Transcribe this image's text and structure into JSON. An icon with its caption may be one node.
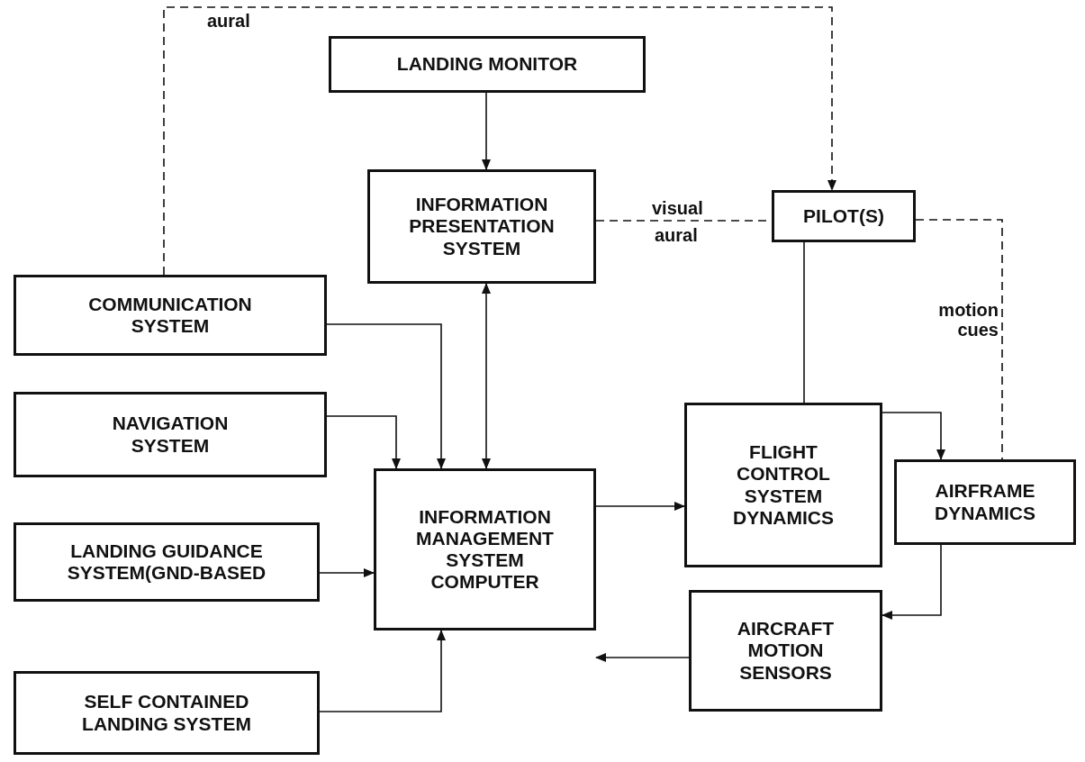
{
  "diagram": {
    "nodes": [
      {
        "text": [
          "LANDING MONITOR"
        ]
      },
      {
        "text": [
          "INFORMATION PRESENTATION SYSTEM"
        ]
      },
      {
        "text": [
          "PILOT(S)"
        ]
      },
      {
        "text": [
          "COMMUNICATION SYSTEM"
        ]
      },
      {
        "text": [
          "NAVIGATION SYSTEM"
        ]
      },
      {
        "text": [
          "LANDING GUIDANCE SYSTEM(GND-BASED"
        ]
      },
      {
        "text": [
          "INFORMATION MANAGEMENT SYSTEM COMPUTER"
        ]
      },
      {
        "text": [
          "FLIGHT CONTROL SYSTEM DYNAMICS"
        ]
      },
      {
        "text": [
          "AIRFRAME DYNAMICS"
        ]
      },
      {
        "text": [
          "SELF CONTAINED LANDING SYSTEM"
        ]
      },
      {
        "text": [
          "AIRCRAFT MOTION SENSORS"
        ]
      }
    ],
    "edges": [
      {
        "from": 3,
        "to": 2,
        "arrow": "to",
        "style": "dashed",
        "label": "aural"
      },
      {
        "from": 0,
        "to": 1,
        "arrow": "to"
      },
      {
        "from": 1,
        "to": 2,
        "arrow": "none",
        "style": "dashed",
        "label": "visual"
      },
      {
        "from": 2,
        "to": 8,
        "arrow": "none",
        "style": "dashed",
        "label": "motion cues"
      },
      {
        "from": 3,
        "to": 6,
        "arrow": "to"
      },
      {
        "from": 4,
        "to": 6,
        "arrow": "to"
      },
      {
        "from": 1,
        "to": 6,
        "arrow": "both"
      },
      {
        "from": 5,
        "to": 6,
        "arrow": "to"
      },
      {
        "from": 9,
        "to": 6,
        "arrow": "to"
      },
      {
        "from": 6,
        "to": 7,
        "arrow": "to"
      },
      {
        "from": 2,
        "to": 7,
        "arrow": "none"
      },
      {
        "from": 7,
        "to": 8,
        "arrow": "to"
      },
      {
        "from": 8,
        "to": 10,
        "arrow": "to"
      },
      {
        "from": 10,
        "to": 6,
        "arrow": "to"
      }
    ],
    "labels": [
      "aural"
    ]
  }
}
